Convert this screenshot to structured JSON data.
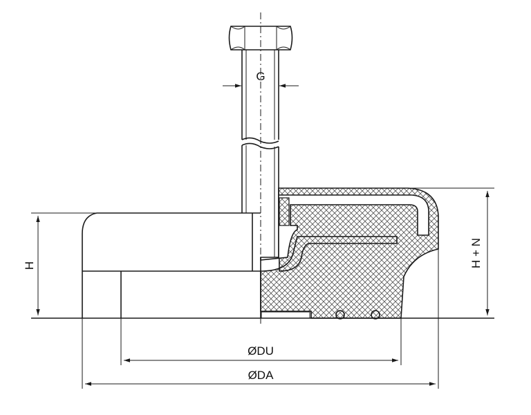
{
  "drawing": {
    "labels": {
      "thread": "G",
      "height": "H",
      "height_total": "H + N",
      "diameter_base_inner": "ØDU",
      "diameter_base_outer": "ØDA"
    },
    "colors": {
      "line": "#1a1a1a",
      "hatch": "#555555",
      "background": "#ffffff"
    }
  }
}
